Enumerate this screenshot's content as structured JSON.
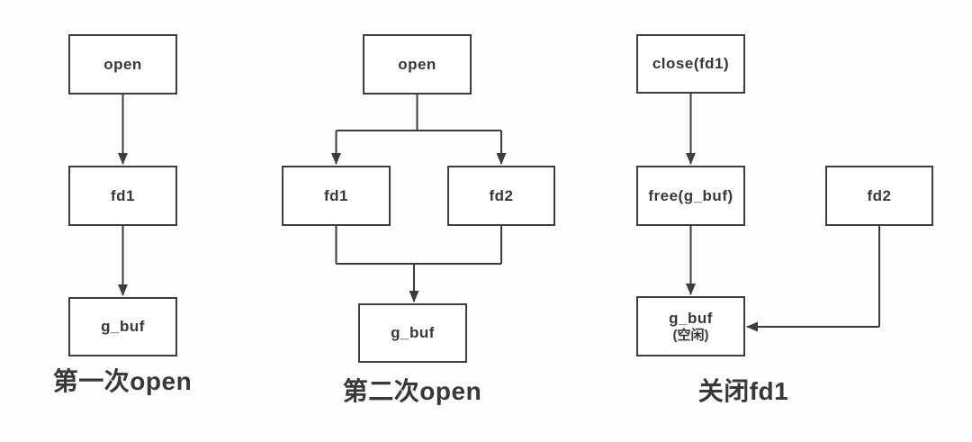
{
  "figure": {
    "background_color": "#fdfdfd",
    "line_color": "#3d3d3d",
    "text_color": "#383838",
    "box_fill_color": "#ffffff"
  },
  "diagrams": {
    "first_open": {
      "caption": "第一次open",
      "nodes": {
        "open": {
          "label": "open"
        },
        "fd1": {
          "label": "fd1"
        },
        "g_buf": {
          "label": "g_buf"
        }
      }
    },
    "second_open": {
      "caption": "第二次open",
      "nodes": {
        "open": {
          "label": "open"
        },
        "fd1": {
          "label": "fd1"
        },
        "fd2": {
          "label": "fd2"
        },
        "g_buf": {
          "label": "g_buf"
        }
      }
    },
    "close_fd1": {
      "caption": "关闭fd1",
      "nodes": {
        "close": {
          "label": "close(fd1)"
        },
        "free": {
          "label": "free(g_buf)"
        },
        "fd2": {
          "label": "fd2"
        },
        "g_buf": {
          "label": "g_buf",
          "sublabel": "(空闲)"
        }
      }
    }
  }
}
